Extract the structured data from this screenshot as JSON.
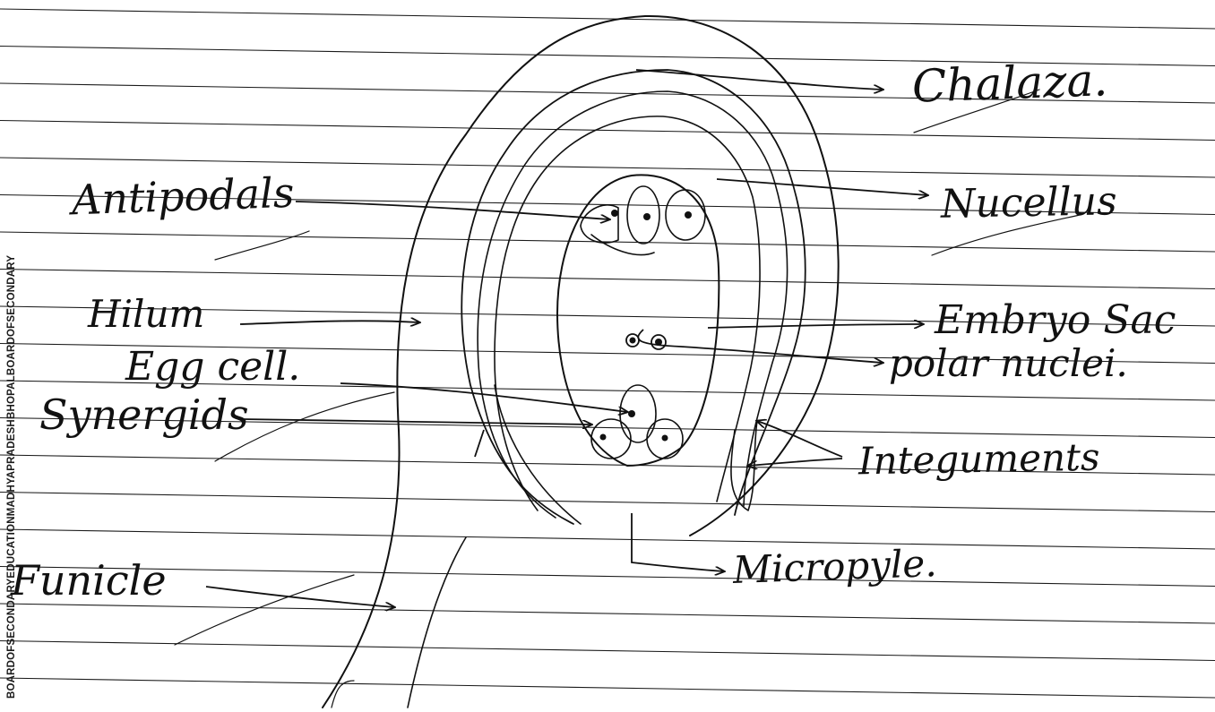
{
  "watermark": "BOARDOFSECONDARYEDUCATIONMADHYAPRADESHBHOPALBOARDOFSECONDARY",
  "colors": {
    "paper": "#ffffff",
    "rule_line": "#1a1a1a",
    "ink": "#111111"
  },
  "labels": {
    "chalaza": "Chalaza.",
    "antipodals": "Antipodals",
    "nucellus": "Nucellus",
    "hilum": "Hilum",
    "embryo_sac": "Embryo Sac",
    "egg_cell": "Egg cell.",
    "polar_nuclei": "polar nuclei.",
    "synergids": "Synergids",
    "integuments": "Integuments",
    "funicle": "Funicle",
    "micropyle": "Micropyle."
  }
}
